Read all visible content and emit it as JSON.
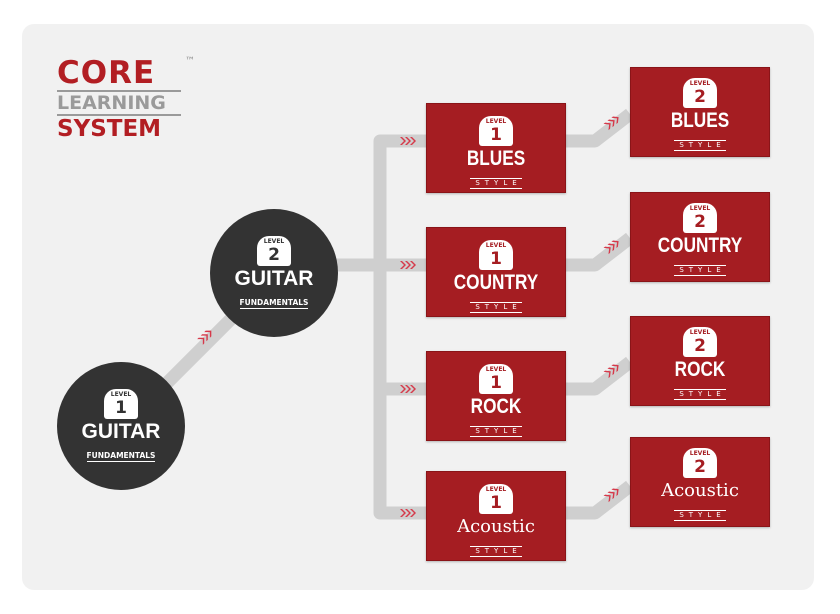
{
  "logo": {
    "line1": "CORE",
    "tm": "™",
    "line2": "LEARNING",
    "line3": "SYSTEM"
  },
  "colors": {
    "accent": "#a51d22",
    "dark": "#333333",
    "connector": "#cfcfcf",
    "panel": "#f1f1f1"
  },
  "nodes": {
    "guitar_l1": {
      "level": "LEVEL",
      "num": "1",
      "title": "GUITAR",
      "sub": "FUNDAMENTALS"
    },
    "guitar_l2": {
      "level": "LEVEL",
      "num": "2",
      "title": "GUITAR",
      "sub": "FUNDAMENTALS"
    },
    "blues_l1": {
      "level": "LEVEL",
      "num": "1",
      "title": "BLUES",
      "sub": "STYLE"
    },
    "country_l1": {
      "level": "LEVEL",
      "num": "1",
      "title": "COUNTRY",
      "sub": "STYLE"
    },
    "rock_l1": {
      "level": "LEVEL",
      "num": "1",
      "title": "ROCK",
      "sub": "STYLE"
    },
    "acoustic_l1": {
      "level": "LEVEL",
      "num": "1",
      "title": "Acoustic",
      "sub": "STYLE"
    },
    "blues_l2": {
      "level": "LEVEL",
      "num": "2",
      "title": "BLUES",
      "sub": "STYLE"
    },
    "country_l2": {
      "level": "LEVEL",
      "num": "2",
      "title": "COUNTRY",
      "sub": "STYLE"
    },
    "rock_l2": {
      "level": "LEVEL",
      "num": "2",
      "title": "ROCK",
      "sub": "STYLE"
    },
    "acoustic_l2": {
      "level": "LEVEL",
      "num": "2",
      "title": "Acoustic",
      "sub": "STYLE"
    }
  }
}
